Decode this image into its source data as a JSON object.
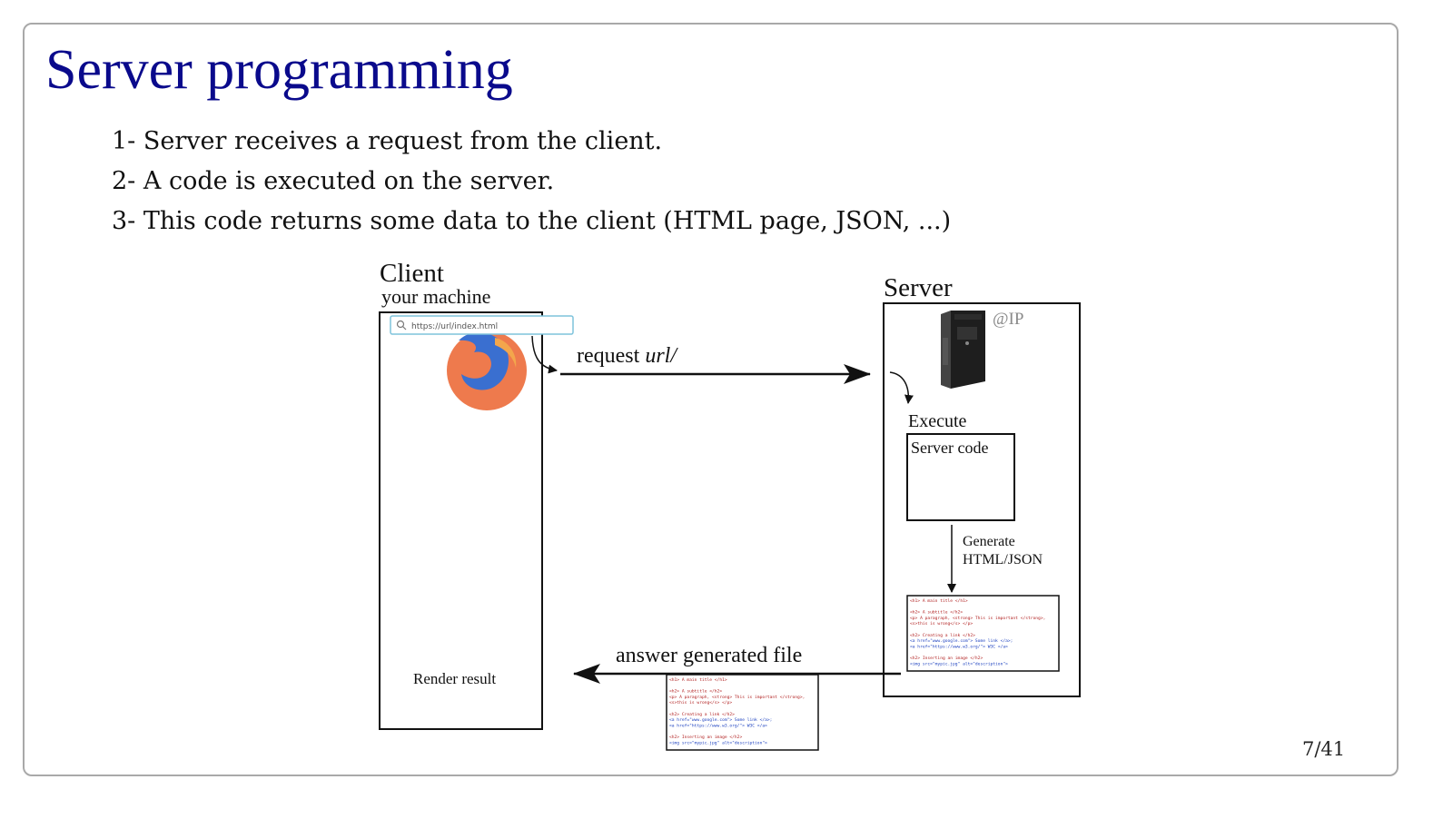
{
  "slide": {
    "title": "Server programming",
    "bullets": [
      "1- Server receives a request from the client.",
      "2- A code is executed on the server.",
      "3- This code returns some data to the client (HTML page, JSON, ...)"
    ],
    "page_number": "7/41"
  },
  "diagram": {
    "client_title": "Client",
    "client_subtitle": "your machine",
    "url_bar": "https://url/index.html",
    "request_label": "request",
    "request_url": "url/",
    "server_title": "Server",
    "server_ip": "@IP",
    "execute_label": "Execute",
    "server_code_label": "Server code",
    "generate_line1": "Generate",
    "generate_line2": "HTML/JSON",
    "answer_label": "answer generated file",
    "render_label": "Render result",
    "code_lines": [
      "<h1> A main title </h1>",
      "",
      "<h2> A subtitle </h2>",
      "<p> A paragraph, <strong> This is important </strong>,",
      "<s>this is wrong</s> </p>",
      "",
      "<h2> Creating a link </h2>",
      "<a href=\"www.google.com\"> Some link </a>;",
      "<a href=\"https://www.w3.org/\"> W3C </a>",
      "",
      "<h2> Inserting an image </h2>",
      "<img src=\"mypic.jpg\" alt=\"description\">"
    ]
  },
  "colors": {
    "title": "#0a0a8c",
    "firefox_orange": "#ee7a4d",
    "firefox_blue": "#3a6fd0",
    "code_red": "#b22222",
    "code_blue": "#1a3fbf",
    "url_bar_border": "#7ec3dc"
  }
}
